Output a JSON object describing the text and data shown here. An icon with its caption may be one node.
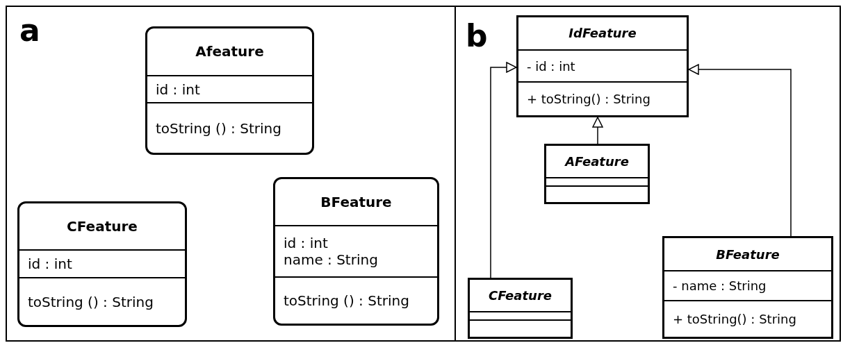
{
  "diagram": {
    "nodes": [
      {
        "text": [
          "a"
        ]
      },
      {
        "text": [
          "Afeature",
          "id : int",
          "toString () : String"
        ],
        "in": 0
      },
      {
        "text": [
          "BFeature",
          "id : int",
          "name : String",
          "toString () : String"
        ],
        "in": 0
      },
      {
        "text": [
          "CFeature",
          "id : int",
          "toString () : String"
        ],
        "in": 0
      },
      {
        "text": [
          "b"
        ]
      },
      {
        "text": [
          "IdFeature",
          "- id : int",
          "+ toString() : String"
        ],
        "in": 4
      },
      {
        "text": [
          "AFeature"
        ],
        "in": 4
      },
      {
        "text": [
          "BFeature",
          "- name : String",
          "+ toString() : String"
        ],
        "in": 4
      },
      {
        "text": [
          "CFeature"
        ],
        "in": 4
      }
    ],
    "edges": [
      {
        "from": 6,
        "to": 5,
        "arrow": "to"
      },
      {
        "from": 8,
        "to": 5,
        "arrow": "to"
      },
      {
        "from": 7,
        "to": 5,
        "arrow": "to"
      }
    ]
  }
}
